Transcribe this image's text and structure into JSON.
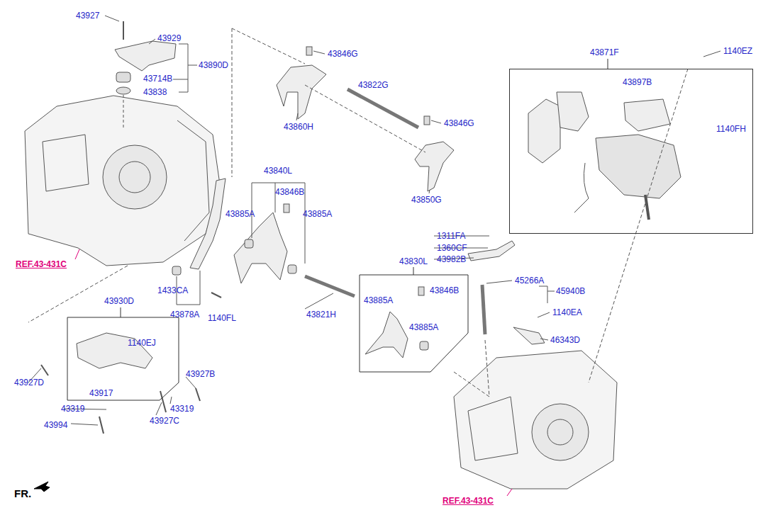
{
  "diagram": {
    "nodes": [
      {
        "text": [
          "43871F",
          "43897B",
          "1140FH"
        ]
      },
      {
        "text": [
          "43930D",
          "1140EJ",
          "43917"
        ]
      },
      {
        "text": [
          "43830L",
          "43885A",
          "43846B",
          "43885A"
        ]
      }
    ],
    "labels": [
      "43927",
      "43929",
      "43890D",
      "43714B",
      "43838",
      "43846G",
      "43822G",
      "43860H",
      "43846G",
      "43850G",
      "43840L",
      "43846B",
      "43885A",
      "43885A",
      "REF.43-431C",
      "1311FA",
      "1360CF",
      "43982B",
      "45266A",
      "45940B",
      "1140EA",
      "46343D",
      "1433CA",
      "43878A",
      "1140FL",
      "43821H",
      "43927D",
      "43927B",
      "43319",
      "43319",
      "43994",
      "43927C",
      "1140EZ",
      "REF.43-431C",
      "FR."
    ]
  }
}
